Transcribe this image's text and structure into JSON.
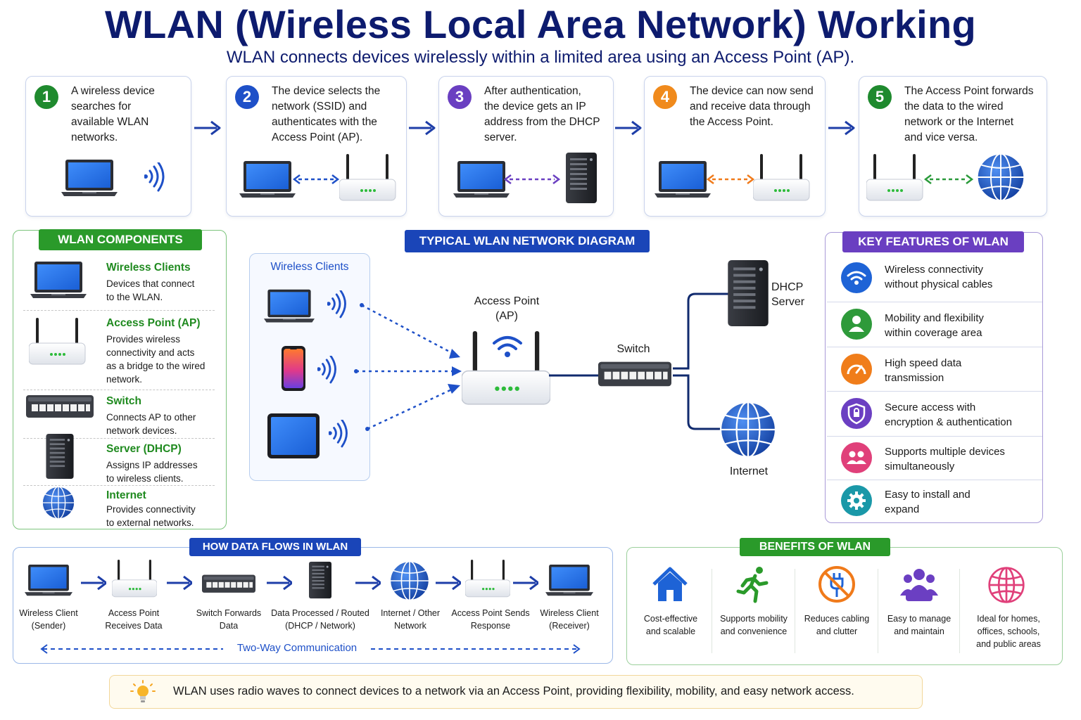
{
  "header": {
    "title": "WLAN (Wireless Local Area Network) Working",
    "subtitle": "WLAN connects devices wirelessly within a limited area using an Access Point (AP)."
  },
  "steps": [
    {
      "num": "1",
      "color": "#1f8a2e",
      "lines": [
        "A wireless device",
        "searches for",
        "available WLAN",
        "networks."
      ]
    },
    {
      "num": "2",
      "color": "#1e50c8",
      "lines": [
        "The device selects the",
        "network (SSID) and",
        "authenticates with the",
        "Access Point (AP)."
      ]
    },
    {
      "num": "3",
      "color": "#6a3fc1",
      "lines": [
        "After authentication,",
        "the device gets an IP",
        "address from the DHCP",
        "server."
      ]
    },
    {
      "num": "4",
      "color": "#f08a1c",
      "lines": [
        "The device can now send",
        "and receive data through",
        "the Access Point."
      ]
    },
    {
      "num": "5",
      "color": "#1f8a2e",
      "lines": [
        "The Access Point forwards",
        "the data to the wired",
        "network or the Internet",
        "and vice versa."
      ]
    }
  ],
  "components": {
    "title": "WLAN COMPONENTS",
    "items": [
      {
        "name": "Wireless Clients",
        "desc": [
          "Devices that connect",
          "to the WLAN."
        ]
      },
      {
        "name": "Access Point (AP)",
        "desc": [
          "Provides wireless",
          "connectivity and acts",
          "as a bridge to the wired",
          "network."
        ]
      },
      {
        "name": "Switch",
        "desc": [
          "Connects AP to other",
          "network devices."
        ]
      },
      {
        "name": "Server (DHCP)",
        "desc": [
          "Assigns IP addresses",
          "to wireless clients."
        ]
      },
      {
        "name": "Internet",
        "desc": [
          "Provides connectivity",
          "to external networks."
        ]
      }
    ]
  },
  "diagram": {
    "title": "TYPICAL WLAN NETWORK DIAGRAM",
    "clients_label": "Wireless Clients",
    "ap_label": [
      "Access Point",
      "(AP)"
    ],
    "switch_label": "Switch",
    "dhcp_label": [
      "DHCP",
      "Server"
    ],
    "internet_label": "Internet"
  },
  "features": {
    "title": "KEY FEATURES OF WLAN",
    "items": [
      {
        "icon": "wifi-icon",
        "color": "#1e63d6",
        "lines": [
          "Wireless connectivity",
          "without physical cables"
        ]
      },
      {
        "icon": "user-icon",
        "color": "#2e9a3a",
        "lines": [
          "Mobility and flexibility",
          "within coverage area"
        ]
      },
      {
        "icon": "speedometer-icon",
        "color": "#f07d1a",
        "lines": [
          "High speed data",
          "transmission"
        ]
      },
      {
        "icon": "shield-icon",
        "color": "#6b3fc2",
        "lines": [
          "Secure access with",
          "encryption & authentication"
        ]
      },
      {
        "icon": "people-icon",
        "color": "#e0407a",
        "lines": [
          "Supports multiple devices",
          "simultaneously"
        ]
      },
      {
        "icon": "gear-icon",
        "color": "#1a98a8",
        "lines": [
          "Easy to install and",
          "expand"
        ]
      }
    ]
  },
  "dataflow": {
    "title": "HOW DATA FLOWS IN WLAN",
    "steps": [
      [
        "Wireless Client",
        "(Sender)"
      ],
      [
        "Access Point",
        "Receives Data"
      ],
      [
        "Switch Forwards",
        "Data"
      ],
      [
        "Data Processed / Routed",
        "(DHCP / Network)"
      ],
      [
        "Internet / Other",
        "Network"
      ],
      [
        "Access Point Sends",
        "Response"
      ],
      [
        "Wireless Client",
        "(Receiver)"
      ]
    ],
    "two_way": "Two-Way Communication"
  },
  "benefits": {
    "title": "BENEFITS OF WLAN",
    "items": [
      {
        "icon": "house-icon",
        "lines": [
          "Cost-effective",
          "and scalable"
        ]
      },
      {
        "icon": "running-person-icon",
        "lines": [
          "Supports mobility",
          "and convenience"
        ]
      },
      {
        "icon": "no-cable-icon",
        "lines": [
          "Reduces cabling",
          "and clutter"
        ]
      },
      {
        "icon": "team-icon",
        "lines": [
          "Easy to manage",
          "and maintain"
        ]
      },
      {
        "icon": "globe-icon",
        "lines": [
          "Ideal for homes,",
          "offices, schools,",
          "and public areas"
        ]
      }
    ]
  },
  "footer": {
    "text": "WLAN uses radio waves to connect devices to a network via an Access Point, providing flexibility, mobility, and easy network access."
  }
}
